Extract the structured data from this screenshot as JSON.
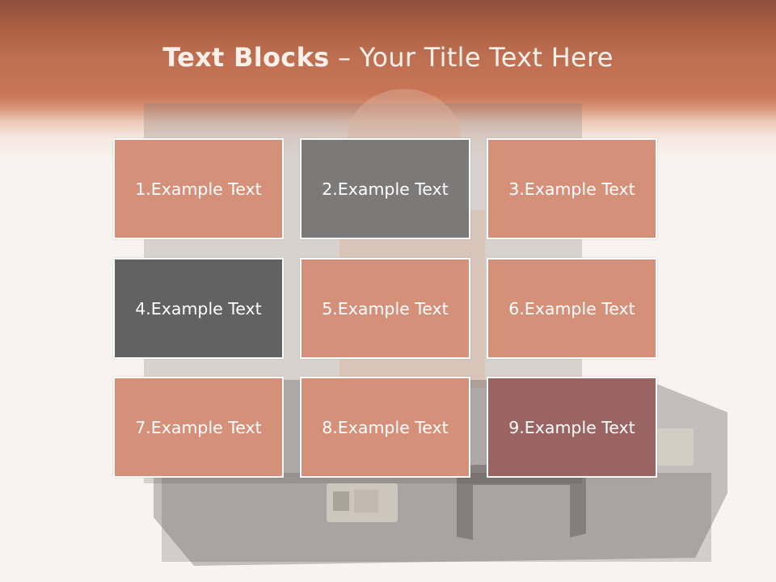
{
  "slide": {
    "title_bold": "Text Blocks",
    "title_sep": " – ",
    "title_rest": "Your Title Text Here"
  },
  "blocks": [
    {
      "label": "1.Example Text",
      "color": "#d5907a"
    },
    {
      "label": "2.Example Text",
      "color": "#7c7a79"
    },
    {
      "label": "3.Example Text",
      "color": "#d5907a"
    },
    {
      "label": "4.Example Text",
      "color": "#636262"
    },
    {
      "label": "5.Example Text",
      "color": "#d5907a"
    },
    {
      "label": "6.Example Text",
      "color": "#d5907a"
    },
    {
      "label": "7.Example Text",
      "color": "#d5907a"
    },
    {
      "label": "8.Example Text",
      "color": "#d5907a"
    },
    {
      "label": "9.Example Text",
      "color": "#9a6462"
    }
  ],
  "colors": {
    "header": "#c87656",
    "background": "#f8f3f0"
  }
}
